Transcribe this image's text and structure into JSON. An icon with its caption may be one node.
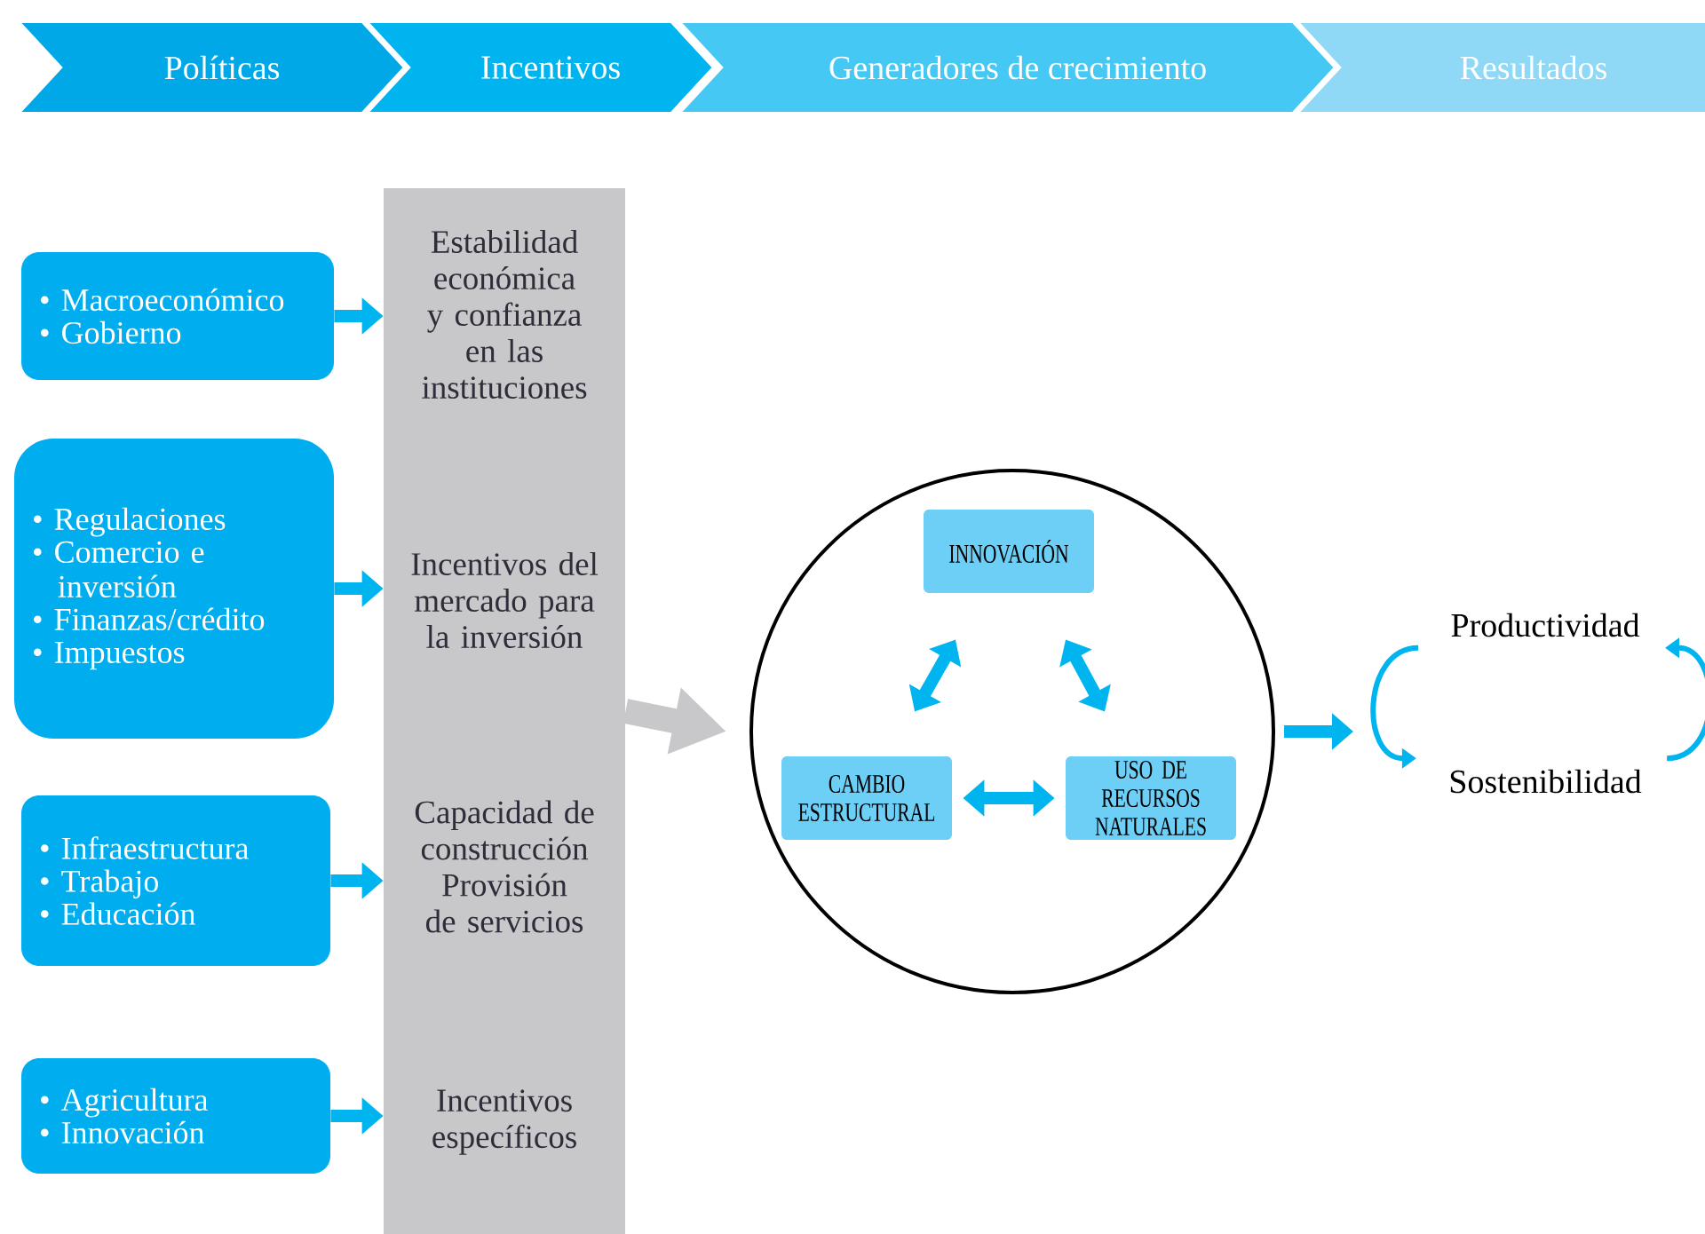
{
  "diagram": {
    "nodes": [
      {
        "text": [
          "Políticas"
        ]
      },
      {
        "text": [
          "Incentivos"
        ]
      },
      {
        "text": [
          "Generadores de crecimiento"
        ]
      },
      {
        "text": [
          "Resultados"
        ]
      },
      {
        "text": [
          "• Macroeconómico",
          "• Gobierno"
        ]
      },
      {
        "text": [
          "• Regulaciones",
          "• Comercio e inversión",
          "• Finanzas/crédito",
          "• Impuestos"
        ]
      },
      {
        "text": [
          "• Infraestructura",
          "• Trabajo",
          "• Educación"
        ]
      },
      {
        "text": [
          "• Agricultura",
          "• Innovación"
        ]
      },
      {
        "text": [],
        "shape": "bar"
      },
      {
        "text": [
          "Estabilidad económica y confianza en las instituciones"
        ],
        "in": 8
      },
      {
        "text": [
          "Incentivos del mercado para la inversión"
        ],
        "in": 8
      },
      {
        "text": [
          "Capacidad de construcción Provisión de servicios"
        ],
        "in": 8
      },
      {
        "text": [
          "Incentivos específicos"
        ],
        "in": 8
      },
      {
        "text": [],
        "shape": "circle"
      },
      {
        "text": [
          "INNOVACIÓN"
        ],
        "in": 13
      },
      {
        "text": [
          "CAMBIO ESTRUCTURAL"
        ],
        "in": 13
      },
      {
        "text": [
          "USO DE RECURSOS NATURALES"
        ],
        "in": 13
      },
      {
        "text": [
          "Productividad"
        ]
      },
      {
        "text": [
          "Sostenibilidad"
        ]
      }
    ],
    "edges": [
      {
        "from": 4,
        "to": 9,
        "arrow": "to"
      },
      {
        "from": 5,
        "to": 10,
        "arrow": "to"
      },
      {
        "from": 6,
        "to": 11,
        "arrow": "to"
      },
      {
        "from": 7,
        "to": 12,
        "arrow": "to"
      },
      {
        "from": 8,
        "to": 13,
        "arrow": "to",
        "style": "thick",
        "color": "#c8c8ca"
      },
      {
        "from": 14,
        "to": 15,
        "arrow": "both"
      },
      {
        "from": 14,
        "to": 16,
        "arrow": "both"
      },
      {
        "from": 15,
        "to": 16,
        "arrow": "both"
      },
      {
        "from": 13,
        "to": null,
        "arrow": "to"
      },
      {
        "from": 17,
        "to": 18,
        "arrow": "to"
      },
      {
        "from": 18,
        "to": 17,
        "arrow": "to"
      }
    ]
  }
}
